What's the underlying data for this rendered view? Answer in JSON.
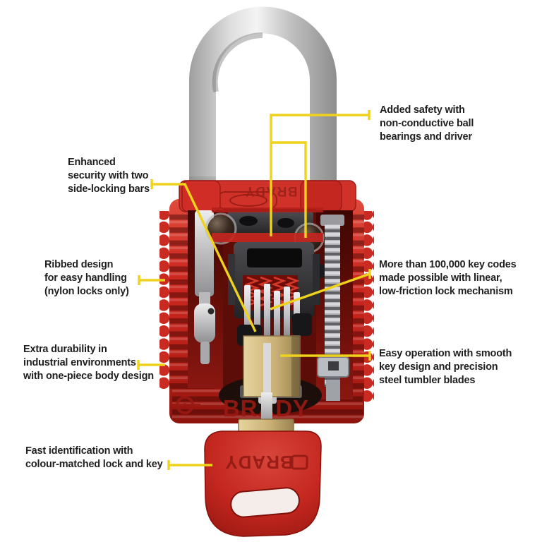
{
  "brand": {
    "name": "BRADY"
  },
  "callouts": [
    {
      "id": "added-safety",
      "lines": [
        "Added safety with",
        "non-conductive ball",
        "bearings and driver"
      ]
    },
    {
      "id": "side-locking-bars",
      "lines": [
        "Enhanced",
        "security with two",
        "side-locking bars"
      ]
    },
    {
      "id": "ribbed-design",
      "lines": [
        "Ribbed design",
        "for easy handling",
        "(nylon locks only)"
      ]
    },
    {
      "id": "one-piece-body",
      "lines": [
        "Extra durability in",
        "industrial environments",
        "with one-piece body design"
      ]
    },
    {
      "id": "key-codes",
      "lines": [
        "More than 100,000 key codes",
        "made possible with linear,",
        "low-friction lock mechanism"
      ]
    },
    {
      "id": "easy-operation",
      "lines": [
        "Easy operation with smooth",
        "key design and precision",
        "steel tumbler blades"
      ]
    },
    {
      "id": "fast-identification",
      "lines": [
        "Fast identification with",
        "colour-matched lock and key"
      ]
    }
  ],
  "colors": {
    "body_red": "#cc2820",
    "callout_yellow": "#eed21c",
    "label_text": "#1f1f1f",
    "shackle_steel": "#c9c9c9",
    "brass": "#c9b37e"
  }
}
